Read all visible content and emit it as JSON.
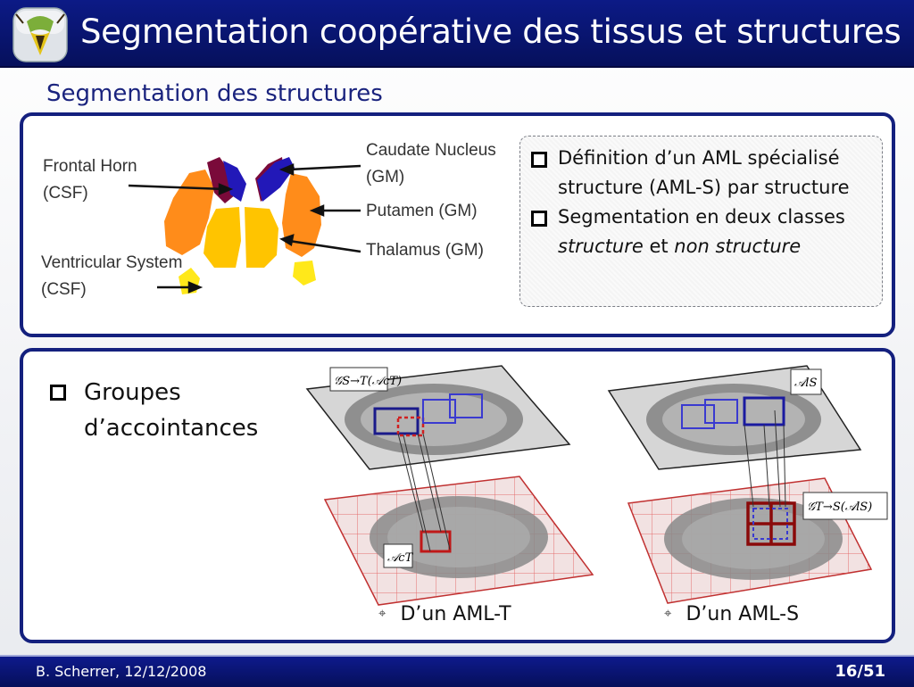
{
  "header": {
    "title": "Segmentation coopérative des tissus et structures"
  },
  "section": {
    "title": "Segmentation des structures"
  },
  "structures_figure": {
    "labels": {
      "frontal_horn": [
        "Frontal Horn",
        "(CSF)"
      ],
      "ventricular": [
        "Ventricular System",
        "(CSF)"
      ],
      "caudate": [
        "Caudate Nucleus",
        "(GM)"
      ],
      "putamen": "Putamen (GM)",
      "thalamus": "Thalamus (GM)"
    },
    "colors": {
      "frontal_horn": "#7a0a3a",
      "caudate": "#2218b8",
      "putamen": "#ff8c1a",
      "thalamus": "#ffc400",
      "ventricular": "#ffe81a"
    }
  },
  "notes": {
    "item1": "Définition d’un AML spécialisé structure (AML-S) par structure",
    "item2_prefix": "Segmentation en deux classes",
    "item2_em1": "structure",
    "item2_mid": "et",
    "item2_em2": "non structure"
  },
  "groups": {
    "label": "Groupes d’accointances",
    "caption_t": "D’un AML-T",
    "caption_s": "D’un AML-S",
    "bullet_glyph": "⌖",
    "left_top_label": "𝒢S→T(𝒜cT)",
    "left_bottom_label": "𝒜cT",
    "right_top_label": "𝒜lS",
    "right_bottom_label": "𝒢T→S(𝒜lS)"
  },
  "footer": {
    "author_date": "B. Scherrer, 12/12/2008",
    "page": "16/51"
  }
}
